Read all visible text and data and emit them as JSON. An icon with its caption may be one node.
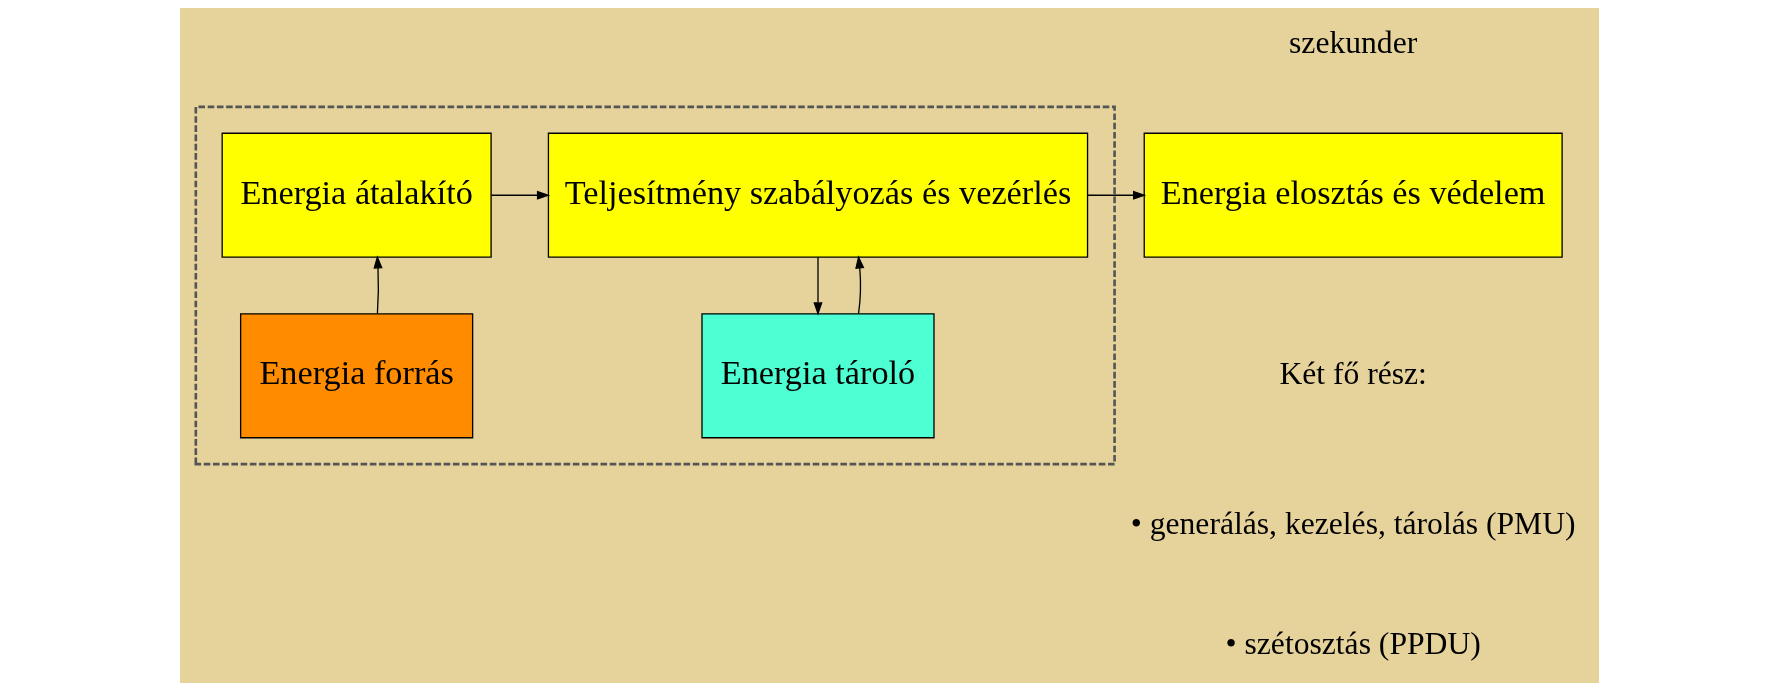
{
  "diagram": {
    "nodes": [
      {
        "text": [],
        "shape": "box"
      },
      {
        "text": [
          "Energia átalakító"
        ],
        "in": 0
      },
      {
        "text": [
          "Teljesítmény szabályozás és vezérlés"
        ],
        "in": 0
      },
      {
        "text": [
          "Energia forrás"
        ],
        "in": 0
      },
      {
        "text": [
          "Energia tároló"
        ],
        "in": 0
      },
      {
        "text": [
          "Energia elosztás és védelem"
        ]
      }
    ],
    "edges": [
      {
        "from": 3,
        "to": 1,
        "arrow": "to"
      },
      {
        "from": 1,
        "to": 2,
        "arrow": "to"
      },
      {
        "from": 2,
        "to": 5,
        "arrow": "to"
      },
      {
        "from": 2,
        "to": 4,
        "arrow": "to"
      },
      {
        "from": 4,
        "to": 2,
        "arrow": "to"
      }
    ],
    "labels": [
      "szekunder",
      "Két fő rész:",
      "• generálás, kezelés, tárolás (PMU)",
      "• szétosztás (PPDU)"
    ]
  }
}
